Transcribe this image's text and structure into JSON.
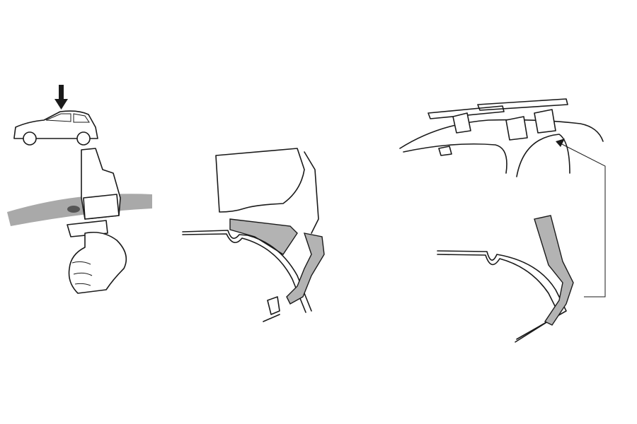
{
  "colors": {
    "line": "#1a1a1a",
    "pad_fill": "#b3b3b3",
    "roof_fill": "#a9a9a9",
    "background": "#ffffff"
  },
  "panels": [
    {
      "name": "step-1-fit-pad-to-roof",
      "icons": [
        "car-side-icon",
        "down-arrow-icon",
        "hand-icon",
        "foot-bracket-icon"
      ]
    },
    {
      "name": "step-2-cross-section-detail"
    },
    {
      "name": "step-3-roof-rack-overview",
      "icons": [
        "roof-rack-icon",
        "pointer-arrow-icon"
      ]
    }
  ]
}
